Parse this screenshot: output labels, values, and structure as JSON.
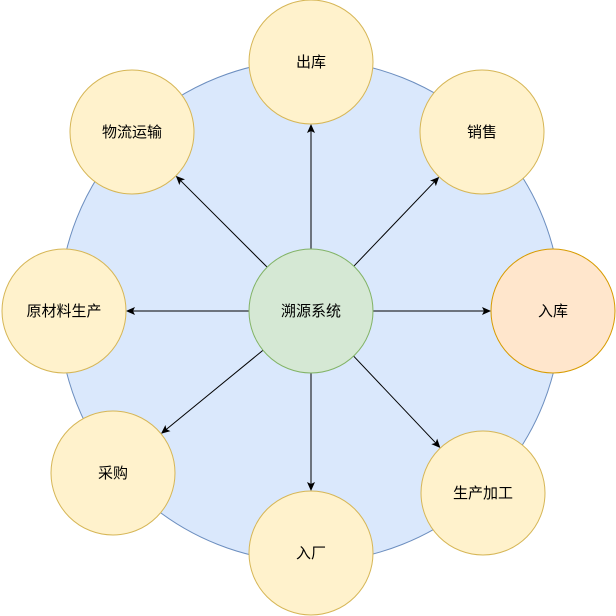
{
  "center": {
    "label": "溯源系统"
  },
  "nodes": [
    {
      "id": "outbound",
      "label": "出库",
      "highlight": false
    },
    {
      "id": "sales",
      "label": "销售",
      "highlight": false
    },
    {
      "id": "warehousing",
      "label": "入库",
      "highlight": true
    },
    {
      "id": "processing",
      "label": "生产加工",
      "highlight": false
    },
    {
      "id": "factory-entry",
      "label": "入厂",
      "highlight": false
    },
    {
      "id": "purchasing",
      "label": "采购",
      "highlight": false
    },
    {
      "id": "raw-material",
      "label": "原材料生产",
      "highlight": false
    },
    {
      "id": "logistics",
      "label": "物流运输",
      "highlight": false
    }
  ],
  "colors": {
    "ring_fill": "#dae8fc",
    "ring_stroke": "#6c8ebf",
    "center_fill": "#d5e8d4",
    "center_stroke": "#82b366",
    "node_fill": "#fff2cc",
    "node_stroke": "#d6b656",
    "highlight_fill": "#ffe6cc",
    "highlight_stroke": "#d79b00"
  }
}
